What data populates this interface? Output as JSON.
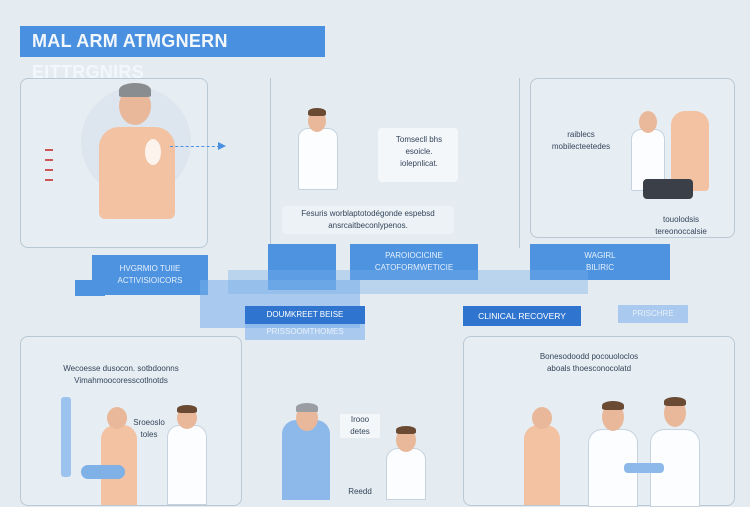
{
  "title": "MAL ARM ATMGNERN EITTRGNIRS",
  "panels": {
    "top_middle_caption": "Tomsecll bhs esoicle. iolepnlicat.",
    "top_middle_note": "Fesuris worblaptotodégonde espebsd ansrcaitbeconlypenos.",
    "top_right_caption": "raiblecs mobilecteetedes",
    "top_right_note": "touolodsis tereonoccalsie",
    "bottom_left_caption": "Wecoesse dusocon. sotbdoonns Vimahmoocoresscotlnotds",
    "bottom_left_label": "Sroeoslo toles",
    "bottom_middle_label": "Irooo detes",
    "bottom_middle_label2": "Reedd",
    "bottom_right_caption": "Bonesodoodd pocouoloclos aboals thoesconocolatd"
  },
  "flow": {
    "box1": "HVGRMIO TUIIE ACTIVISIOICORS",
    "box2": "PAROIOCICINE CATOFORMWETICIE",
    "box3": "WAGIRL BILIRIC",
    "box4": "DOUMKREET BEISE",
    "box5": "PRISSOOMTHOMES",
    "box6": "CLINICAL RECOVERY",
    "box7": "PRISCHRE"
  },
  "colors": {
    "accent": "#4a90e0",
    "dark": "#2f75cf"
  }
}
